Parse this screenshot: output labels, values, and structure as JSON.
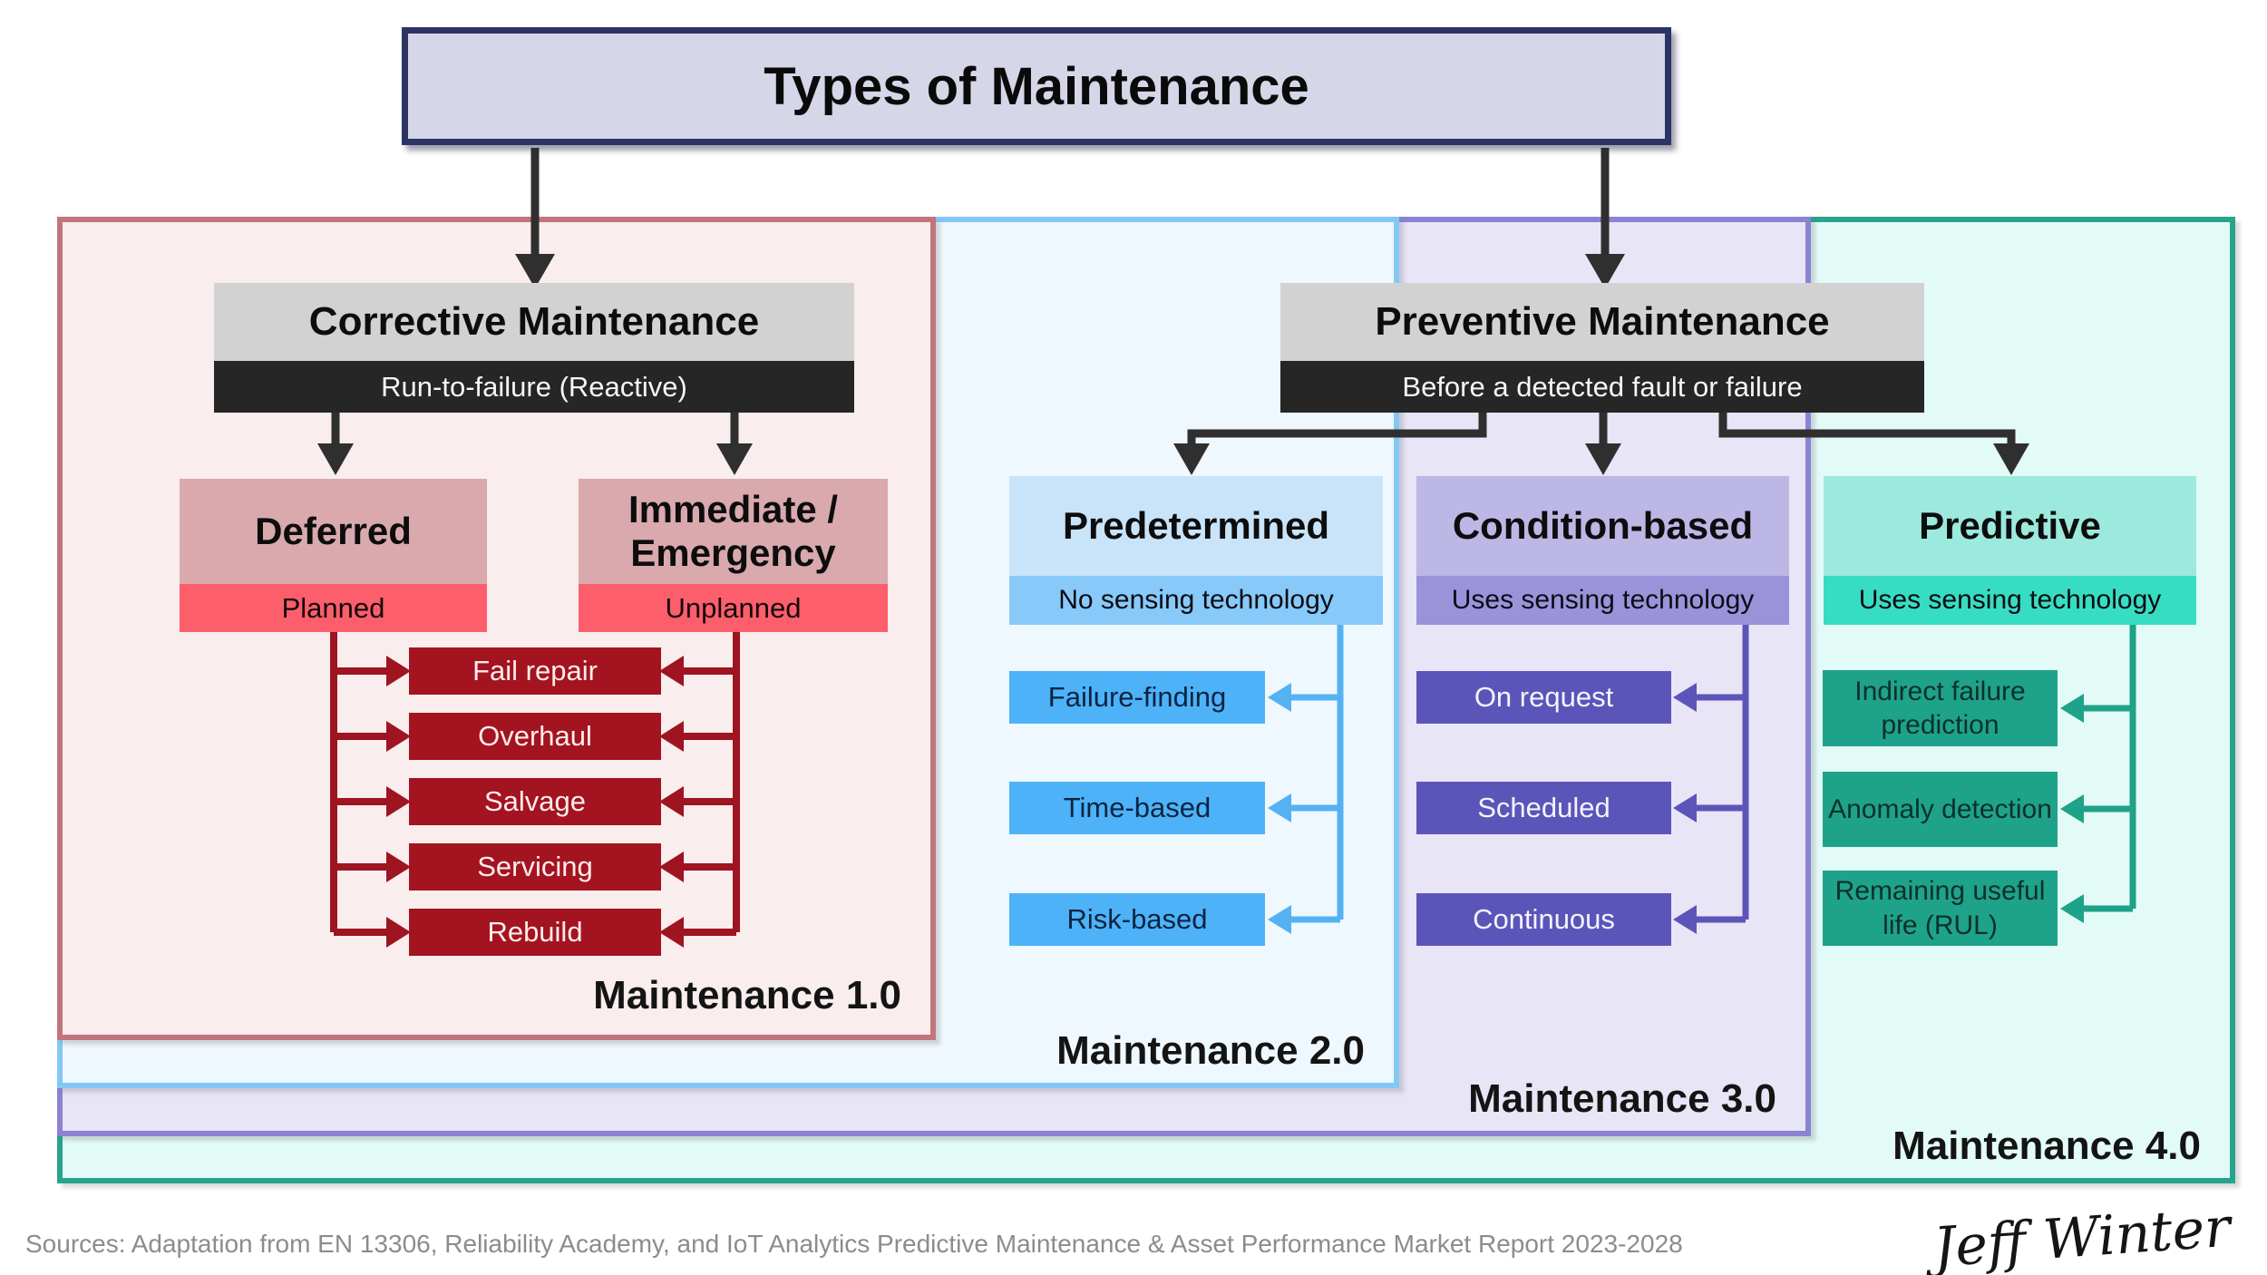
{
  "title": "Types of Maintenance",
  "corrective": {
    "title": "Corrective Maintenance",
    "subtitle": "Run-to-failure (Reactive)",
    "deferred": {
      "title": "Deferred",
      "tag": "Planned"
    },
    "immediate": {
      "title": "Immediate / Emergency",
      "tag": "Unplanned"
    },
    "activities": [
      "Fail repair",
      "Overhaul",
      "Salvage",
      "Servicing",
      "Rebuild"
    ]
  },
  "preventive": {
    "title": "Preventive Maintenance",
    "subtitle": "Before a detected fault or failure",
    "branches": [
      {
        "title": "Predetermined",
        "subtitle": "No sensing technology",
        "items": [
          "Failure-finding",
          "Time-based",
          "Risk-based"
        ]
      },
      {
        "title": "Condition-based",
        "subtitle": "Uses sensing technology",
        "items": [
          "On request",
          "Scheduled",
          "Continuous"
        ]
      },
      {
        "title": "Predictive",
        "subtitle": "Uses sensing technology",
        "items": [
          "Indirect failure prediction",
          "Anomaly detection",
          "Remaining useful life (RUL)"
        ]
      }
    ]
  },
  "eras": [
    {
      "label": "Maintenance 1.0"
    },
    {
      "label": "Maintenance 2.0"
    },
    {
      "label": "Maintenance 3.0"
    },
    {
      "label": "Maintenance 4.0"
    }
  ],
  "footer": {
    "sources": "Sources: Adaptation from EN 13306, Reliability Academy, and IoT Analytics Predictive Maintenance & Asset Performance Market Report 2023-2028",
    "signature": "Jeff Winter"
  },
  "colors": {
    "title_fill": "#d5d6e7",
    "title_border": "#2c3464",
    "header_gray": "#d2d2d2",
    "header_bar": "#262626",
    "era1_bg": "#f9eded",
    "era1_border": "#c3747d",
    "era2_bg": "#eff8fe",
    "era2_border": "#83c8f5",
    "era3_bg": "#e8e5f6",
    "era3_border": "#8b83d3",
    "era4_bg": "#e3fbf6",
    "era4_border": "#28a38d",
    "deferred_top": "#d9a9ae",
    "deferred_tag": "#fc5e6c",
    "activity_red": "#a31420",
    "predetermined_top": "#c9e4f9",
    "predetermined_bar": "#87c9f8",
    "predetermined_item": "#4db2f8",
    "condition_top": "#bdb7e6",
    "condition_bar": "#9a93da",
    "condition_item": "#5c55b9",
    "predictive_top": "#9ce9dd",
    "predictive_bar": "#37ddc2",
    "predictive_item": "#1ea28a",
    "arrow_dark": "#2f2f2f",
    "arrow_red": "#9e1420"
  }
}
